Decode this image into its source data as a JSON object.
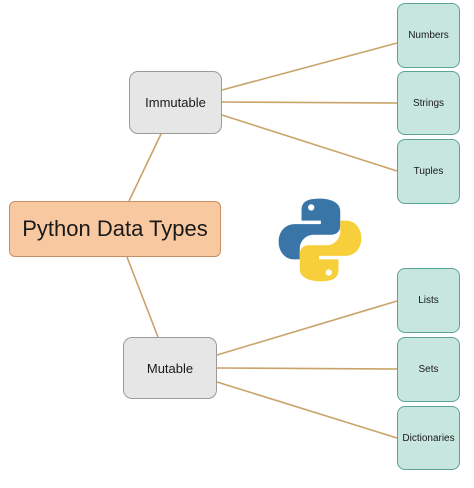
{
  "diagram": {
    "root": {
      "label": "Python Data Types"
    },
    "branches": [
      {
        "label": "Immutable",
        "children": [
          "Numbers",
          "Strings",
          "Tuples"
        ]
      },
      {
        "label": "Mutable",
        "children": [
          "Lists",
          "Sets",
          "Dictionaries"
        ]
      }
    ],
    "logo": "python-logo-icon"
  },
  "colors": {
    "root_fill": "#f8c8a0",
    "branch_fill": "#e6e6e6",
    "leaf_fill": "#c6e6de",
    "connector": "#c9a36a",
    "python_blue": "#3a75a8",
    "python_yellow": "#f7cf3b"
  }
}
